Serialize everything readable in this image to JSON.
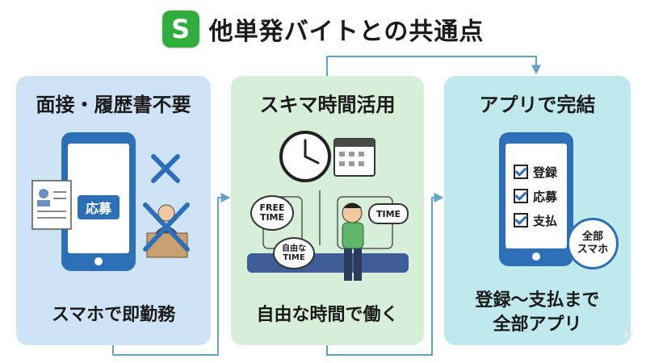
{
  "header": {
    "title": "他単発バイトとの共通点",
    "logo_letter": "S"
  },
  "panels": [
    {
      "title": "面接・履歴書不要",
      "bottom_lines": [
        "スマホで即勤務"
      ],
      "phone_button": "応募"
    },
    {
      "title": "スキマ時間活用",
      "bottom_lines": [
        "自由な時間で働く"
      ],
      "bubbles": [
        "FREE\nTIME",
        "TIME",
        "自由な\nTIME"
      ]
    },
    {
      "title": "アプリで完結",
      "bottom_lines": [
        "登録〜支払まで",
        "全部アプリ"
      ],
      "checklist": [
        "登録",
        "応募",
        "支払"
      ],
      "badge": [
        "全部",
        "スマホ"
      ]
    }
  ],
  "colors": {
    "panel1": "#cfe3f7",
    "panel2": "#d7efd9",
    "panel3": "#bfe9ec",
    "connector": "#5fa3c7",
    "logo": "#2fae3d",
    "phone": "#2d6fb6"
  }
}
